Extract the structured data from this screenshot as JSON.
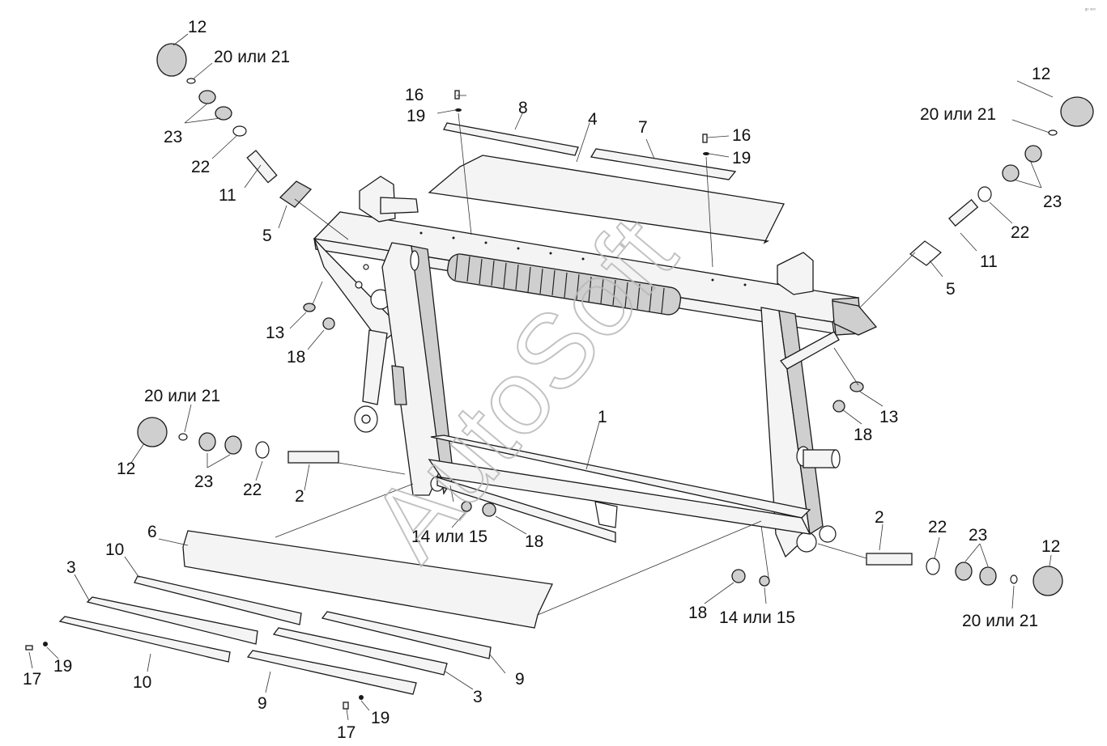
{
  "watermark": "AutoSoft",
  "corner_mark": "ᵍᵒ ˢᵒᵒ",
  "labels": {
    "p1": "1",
    "p2_left": "2",
    "p2_right": "2",
    "p3_left": "3",
    "p3_bottom": "3",
    "p4": "4",
    "p5_left": "5",
    "p5_right": "5",
    "p6": "6",
    "p7": "7",
    "p8": "8",
    "p9_right": "9",
    "p9_bottom": "9",
    "p10_top": "10",
    "p10_bottom": "10",
    "p11_left": "11",
    "p11_right": "11",
    "p12_topleft": "12",
    "p12_topright": "12",
    "p12_midleft": "12",
    "p12_bottomright": "12",
    "p13_left": "13",
    "p13_right": "13",
    "p14_mid": "14 или 15",
    "p14_right": "14 или 15",
    "p16_left": "16",
    "p16_right": "16",
    "p17_left": "17",
    "p17_bottom": "17",
    "p18_left": "18",
    "p18_right": "18",
    "p18_mid": "18",
    "p18_bottom": "18",
    "p19_top_left": "19",
    "p19_top_right": "19",
    "p19_left": "19",
    "p19_bottom": "19",
    "p20_topleft": "20 или 21",
    "p20_topright": "20 или 21",
    "p20_midleft": "20 или 21",
    "p20_bottomright": "20 или 21",
    "p22_topleft": "22",
    "p22_topright": "22",
    "p22_midleft": "22",
    "p22_bottomright": "22",
    "p23_topleft": "23",
    "p23_topright": "23",
    "p23_midleft": "23",
    "p23_bottomright": "23"
  }
}
